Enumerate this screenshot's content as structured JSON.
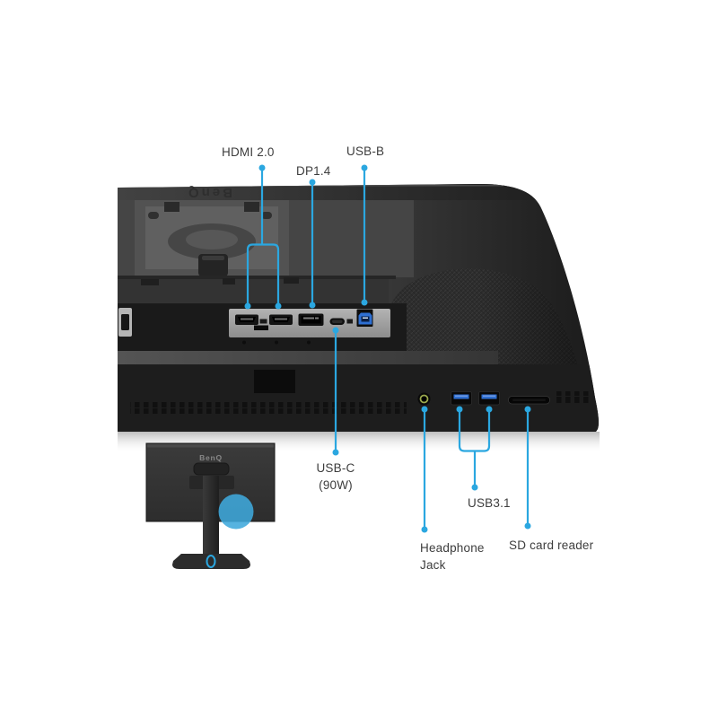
{
  "page": {
    "background": "#FFFFFF"
  },
  "colors": {
    "accent_blue": "#2BA7E0",
    "usb_port_blue": "#2E6FD2",
    "headphone_ring_green": "#9AA84C",
    "label_text": "#3D3D3D"
  },
  "main_photo": {
    "brand_logo": "BenQ",
    "ports": [
      "hdmi-port-1",
      "hdmi-port-2",
      "displayport-port",
      "usb-c-port",
      "usb-b-port",
      "headphone-jack-port",
      "usb-a-port-1",
      "usb-a-port-2",
      "sd-card-slot",
      "kensington-lock-slot"
    ]
  },
  "callouts": {
    "hdmi": {
      "label": "HDMI 2.0"
    },
    "dp": {
      "label": "DP1.4"
    },
    "usb_b": {
      "label": "USB-B"
    },
    "usb_c": {
      "line1": "USB-C",
      "line2": "(90W)"
    },
    "usb31": {
      "label": "USB3.1"
    },
    "headphone": {
      "line1": "Headphone",
      "line2": "Jack"
    },
    "sd": {
      "label": "SD card reader"
    }
  },
  "inset": {
    "brand_logo": "BenQ"
  }
}
